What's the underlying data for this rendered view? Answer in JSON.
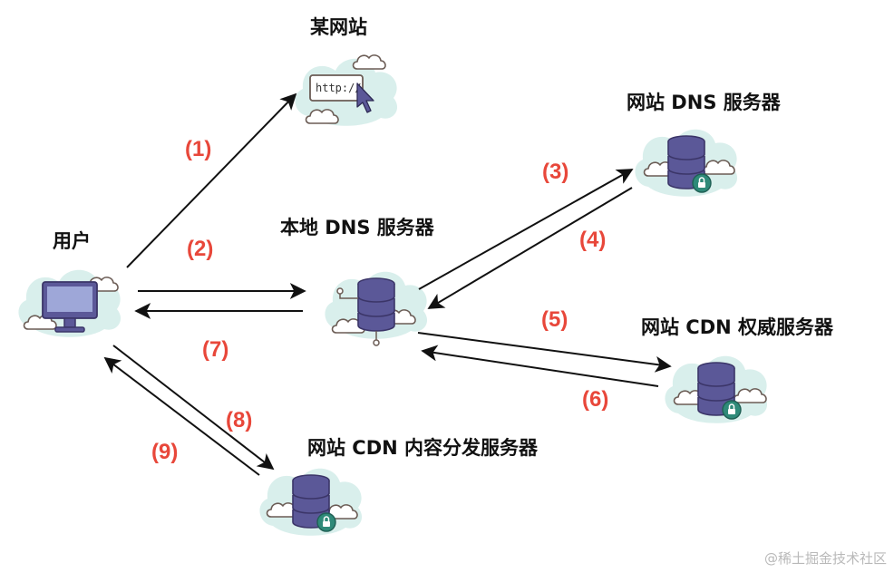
{
  "colors": {
    "step_label": "#e8473a",
    "arrow": "#111111",
    "cloud": "#d9efec",
    "cloud_outline": "#6b5c55",
    "server": "#5b5898",
    "server_dark": "#453f7e"
  },
  "nodes": {
    "website": {
      "label": "某网站",
      "icon": "browser-cloud-icon"
    },
    "website_dns": {
      "label": "网站 DNS 服务器",
      "icon": "database-server-icon"
    },
    "local_dns": {
      "label": "本地 DNS 服务器",
      "icon": "database-server-icon"
    },
    "user": {
      "label": "用户",
      "icon": "monitor-icon"
    },
    "cdn_authority": {
      "label": "网站 CDN 权威服务器",
      "icon": "database-server-icon"
    },
    "cdn_content": {
      "label": "网站 CDN 内容分发服务器",
      "icon": "database-server-icon"
    }
  },
  "steps": [
    "(1)",
    "(2)",
    "(3)",
    "(4)",
    "(5)",
    "(6)",
    "(7)",
    "(8)",
    "(9)"
  ],
  "browser_text": "http://",
  "watermark": "@稀土掘金技术社区"
}
